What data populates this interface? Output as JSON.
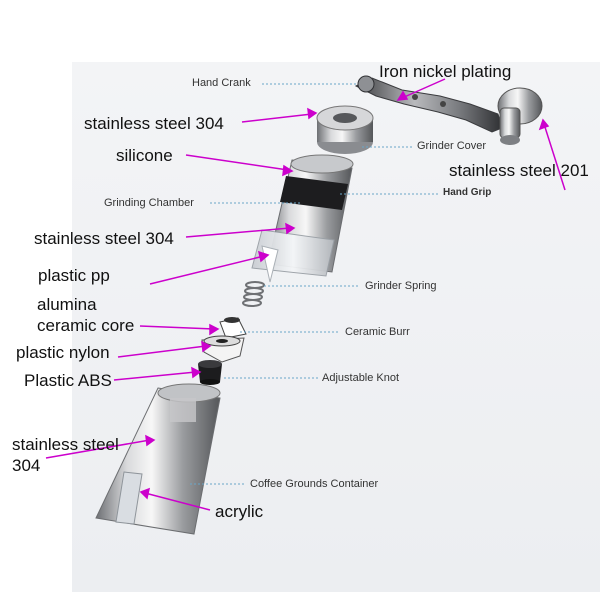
{
  "part_labels": {
    "hand_crank": "Hand Crank",
    "grinder_cover": "Grinder Cover",
    "hand_grip": "Hand Grip",
    "grinding_chamber": "Grinding Chamber",
    "grinder_spring": "Grinder Spring",
    "ceramic_burr": "Ceramic Burr",
    "adjustable_knot": "Adjustable Knot",
    "coffee_grounds_container": "Coffee Grounds Container"
  },
  "material_labels": {
    "iron_nickel_plating": "Iron nickel plating",
    "stainless_304_cover": "stainless steel 304",
    "silicone": "silicone",
    "stainless_201": "stainless steel 201",
    "stainless_304_chamber": "stainless steel 304",
    "plastic_pp": "plastic pp",
    "alumina_line1": "alumina",
    "alumina_line2": "ceramic core",
    "plastic_nylon": "plastic nylon",
    "plastic_abs": "Plastic ABS",
    "stainless_304_container_line1": "stainless steel",
    "stainless_304_container_line2": "304",
    "acrylic": "acrylic"
  },
  "colors": {
    "arrow": "#cc00cc",
    "leader": "#6aa6c8",
    "panel": "#eeeff2"
  }
}
